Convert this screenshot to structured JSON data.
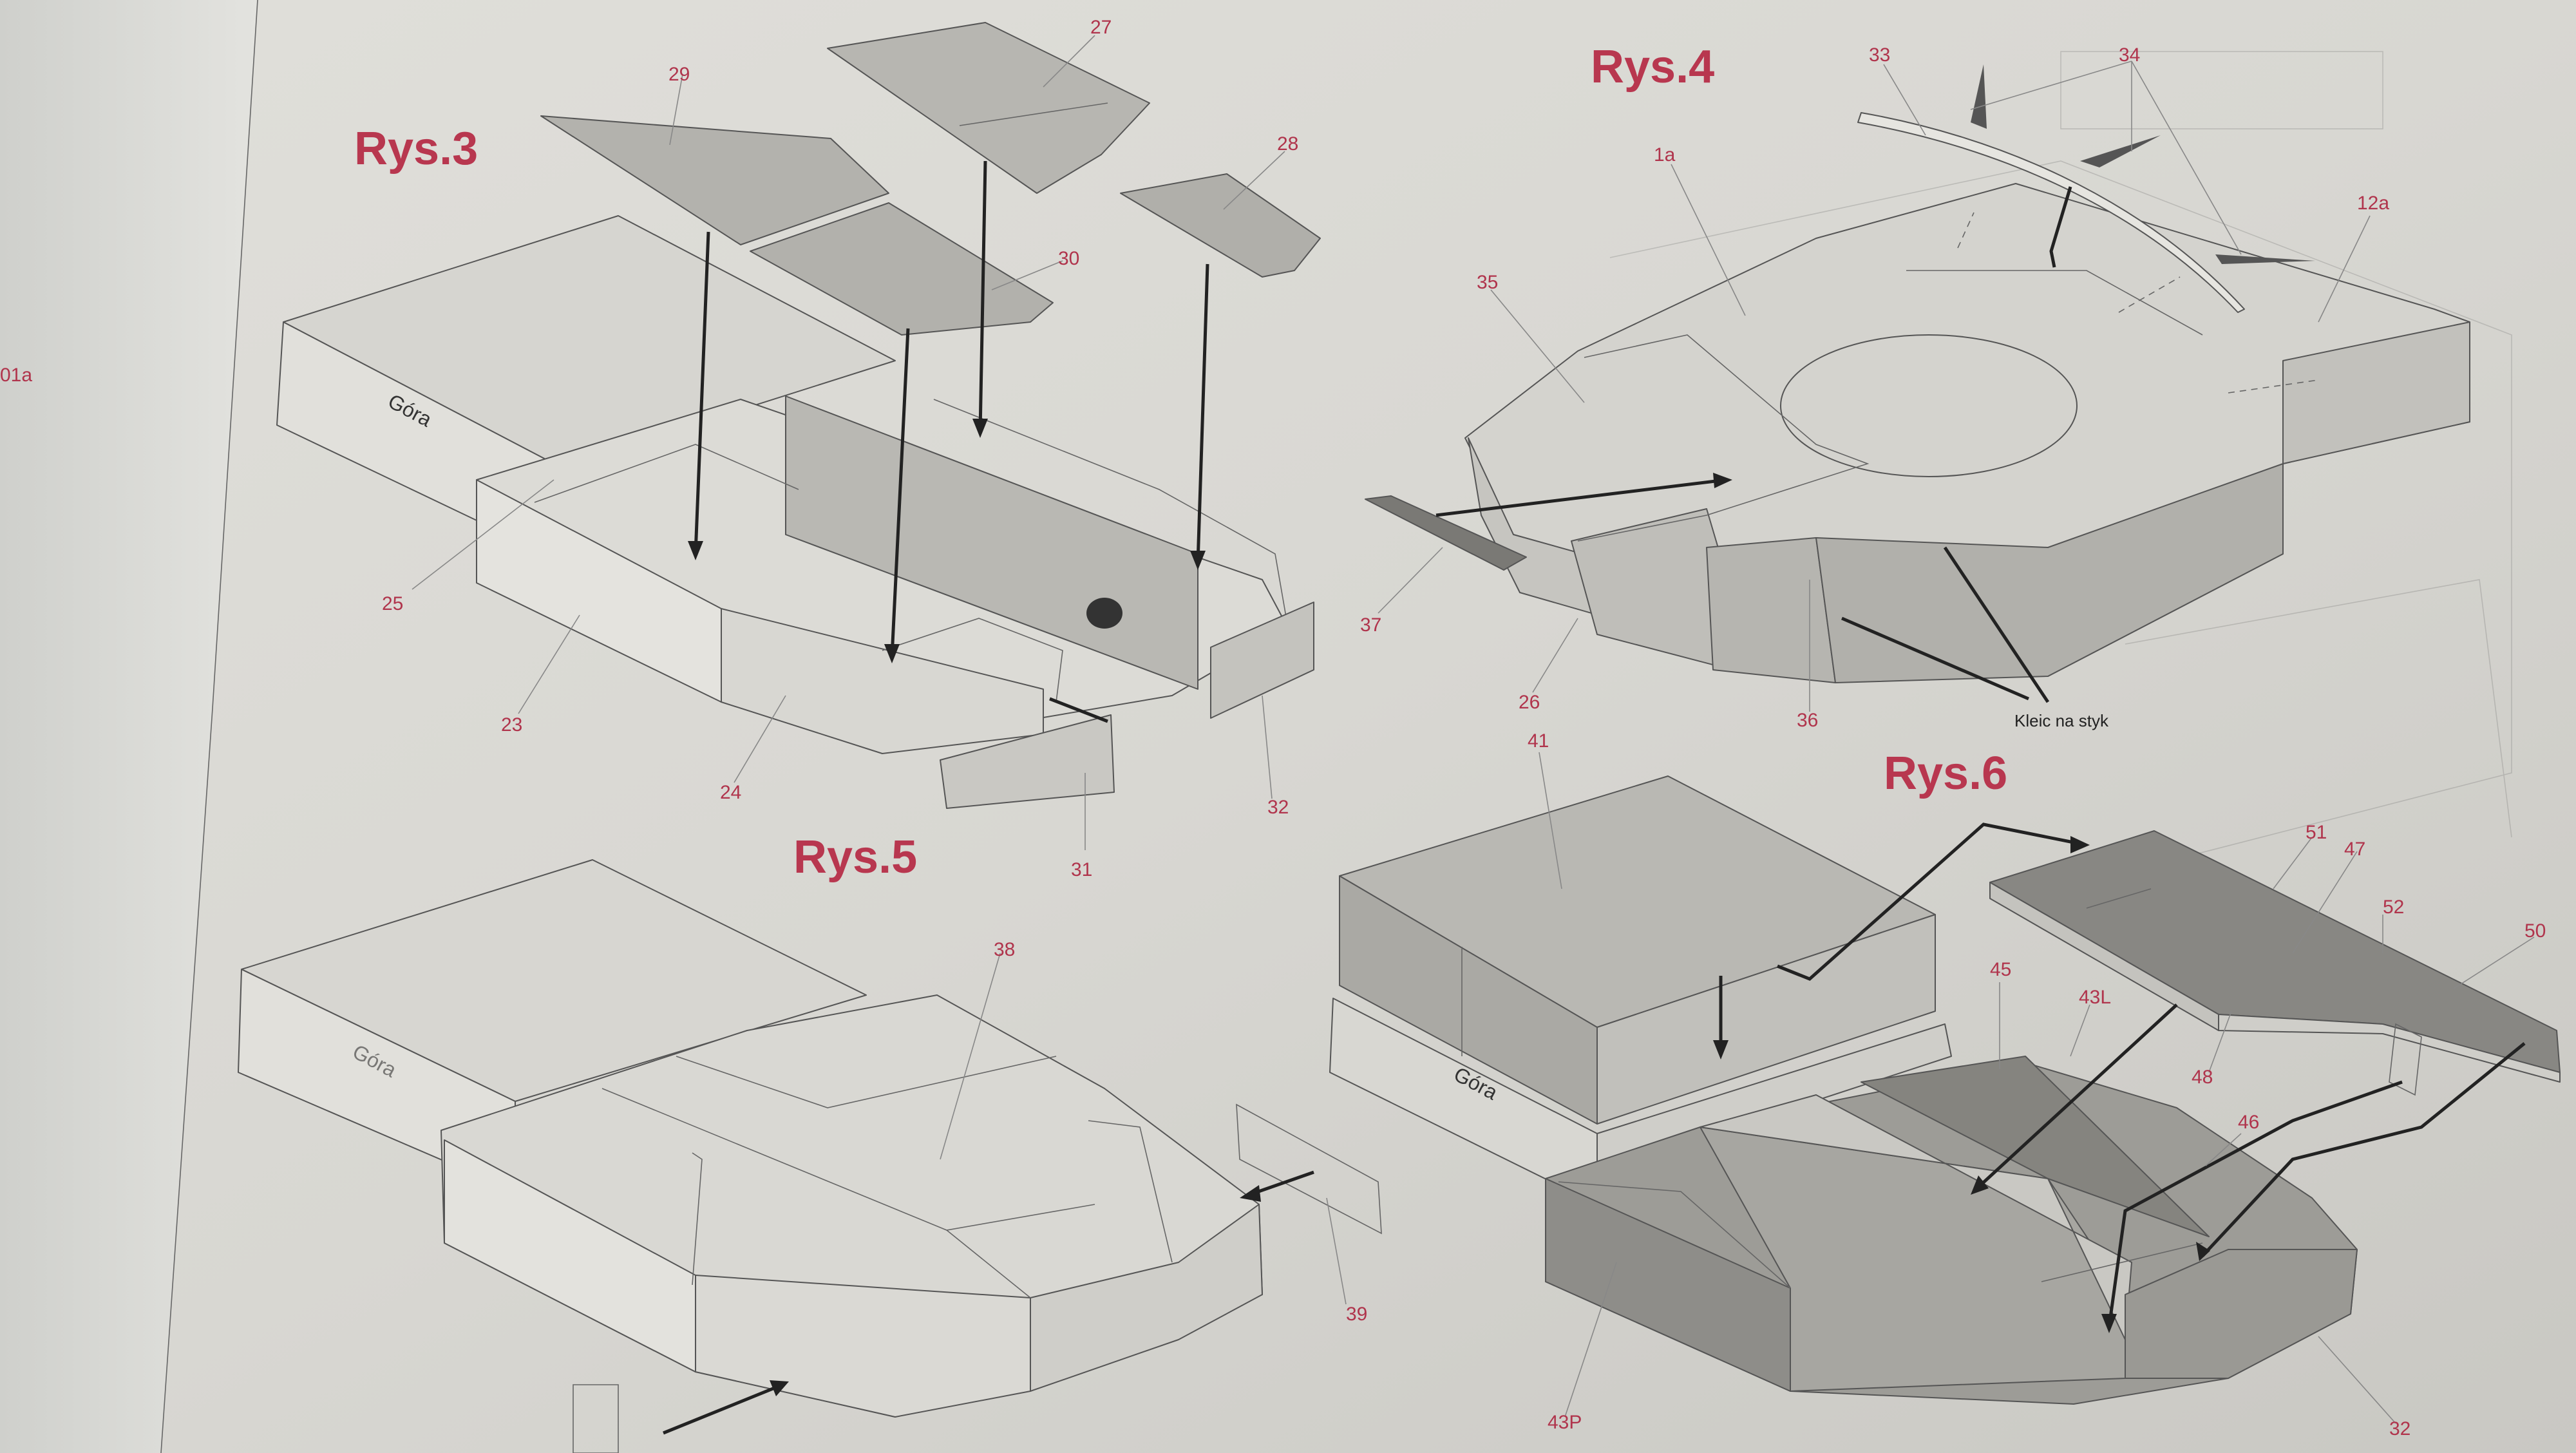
{
  "page": {
    "edge_text": "01a"
  },
  "figures": {
    "rys3": {
      "title": "Rys.3",
      "top_label": "Góra",
      "parts": [
        "29",
        "27",
        "28",
        "30",
        "25",
        "23",
        "24",
        "31",
        "32"
      ]
    },
    "rys4": {
      "title": "Rys.4",
      "note": "Kleic na styk",
      "parts": [
        "33",
        "34",
        "1a",
        "12a",
        "35",
        "37",
        "26",
        "36"
      ]
    },
    "rys5": {
      "title": "Rys.5",
      "top_label": "Góra",
      "parts": [
        "38",
        "39"
      ]
    },
    "rys6": {
      "title": "Rys.6",
      "top_label": "Góra",
      "parts": [
        "41",
        "51",
        "47",
        "52",
        "50",
        "45",
        "43L",
        "48",
        "46",
        "43P",
        "32"
      ]
    }
  },
  "colors": {
    "title": "#b8374f",
    "part_number": "#b0344c",
    "paper": "#d9d8d3",
    "shade_light": "#cfcec9",
    "shade_mid": "#b4b3ae",
    "shade_dark": "#8e8d89"
  }
}
